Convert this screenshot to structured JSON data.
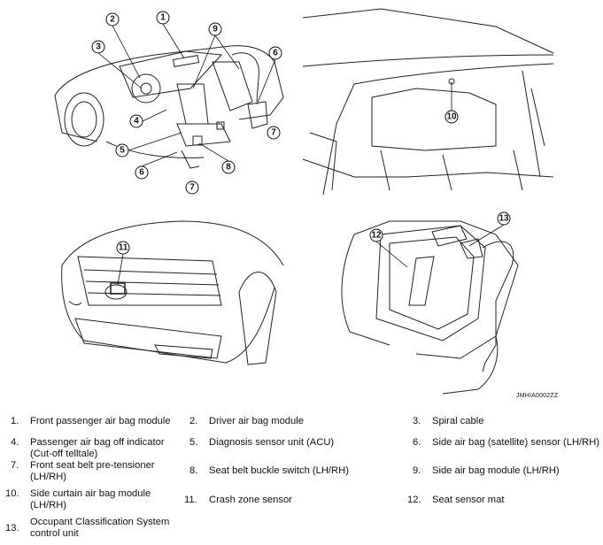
{
  "diagram": {
    "code": "JMHIA0002ZZ",
    "callouts": [
      "1",
      "2",
      "3",
      "4",
      "5",
      "6",
      "7",
      "8",
      "9",
      "10",
      "11",
      "12",
      "13"
    ],
    "extra_callouts": [
      "6",
      "7"
    ]
  },
  "legend": [
    {
      "num": "1.",
      "text": "Front passenger air bag module"
    },
    {
      "num": "2.",
      "text": "Driver air bag module"
    },
    {
      "num": "3.",
      "text": "Spiral cable"
    },
    {
      "num": "4.",
      "text": "Passenger air bag off indicator (Cut-off telltale)"
    },
    {
      "num": "5.",
      "text": "Diagnosis sensor unit (ACU)"
    },
    {
      "num": "6.",
      "text": "Side air bag (satellite) sensor (LH/RH)"
    },
    {
      "num": "7.",
      "text": "Front seat belt pre-tensioner (LH/RH)"
    },
    {
      "num": "8.",
      "text": "Seat belt buckle switch (LH/RH)"
    },
    {
      "num": "9.",
      "text": "Side air bag module (LH/RH)"
    },
    {
      "num": "10.",
      "text": "Side curtain air bag module (LH/RH)"
    },
    {
      "num": "11.",
      "text": "Crash zone sensor"
    },
    {
      "num": "12.",
      "text": "Seat sensor mat"
    },
    {
      "num": "13.",
      "text": "Occupant Classification System control unit"
    }
  ]
}
